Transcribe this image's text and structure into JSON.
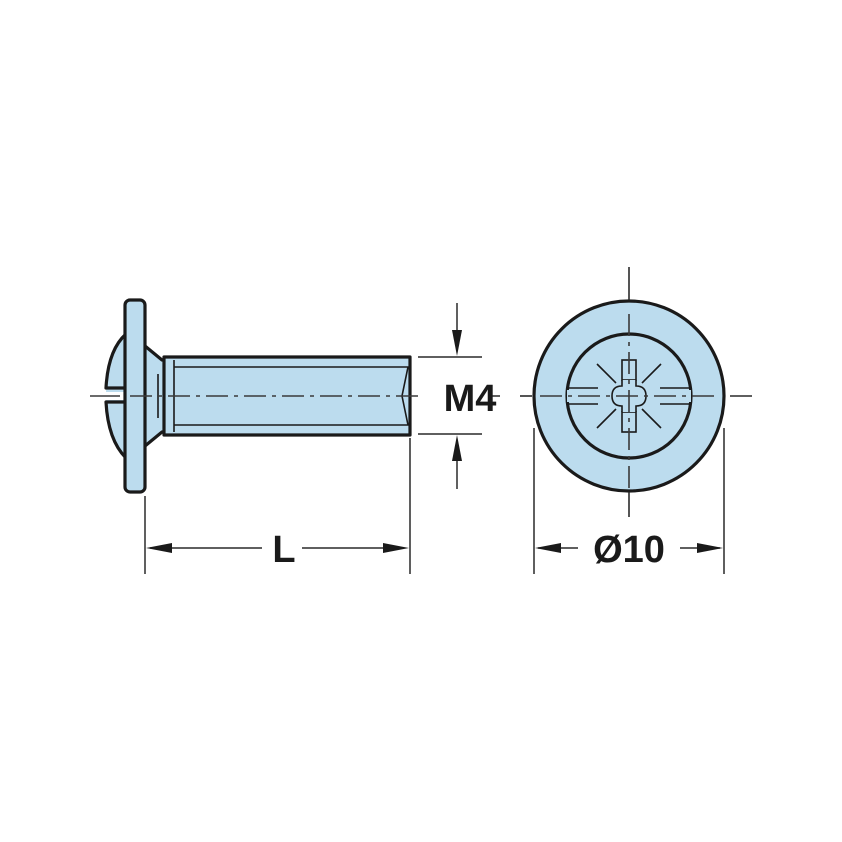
{
  "drawing": {
    "subject": "Screw with washer head and Pozidriv recess",
    "views": [
      "side-view",
      "end-view"
    ],
    "fill_color": "#bcdcee",
    "line_color": "#1a1a1a"
  },
  "dimensions": {
    "thread_label": "M4",
    "length_label": "L",
    "head_diameter_label": "Ø10"
  }
}
